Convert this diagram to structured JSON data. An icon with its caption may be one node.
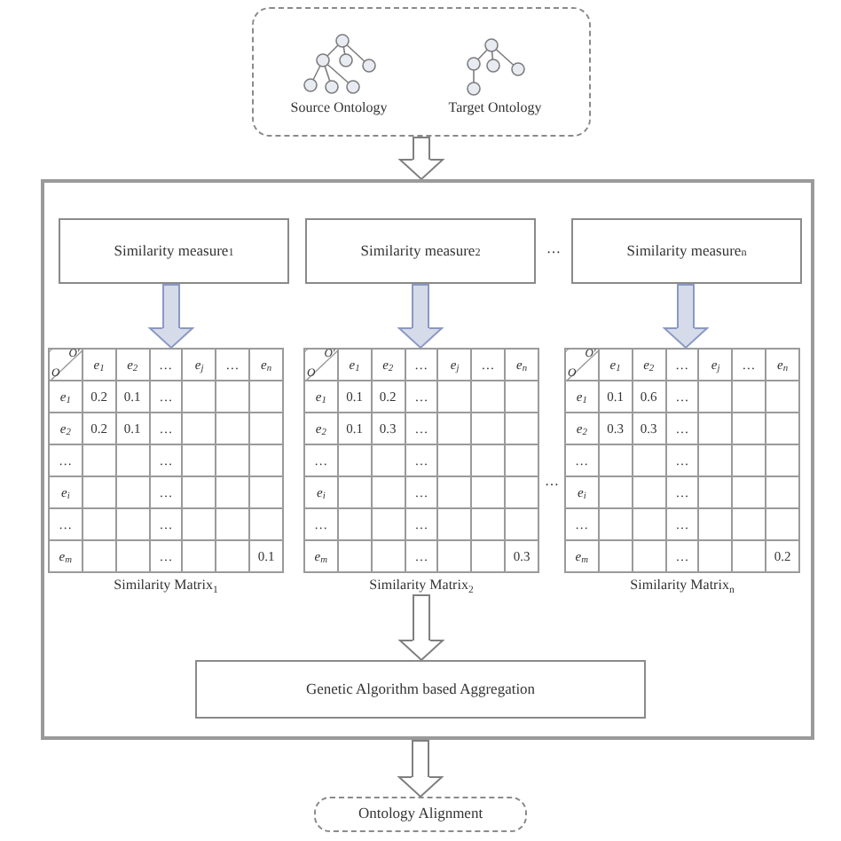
{
  "diagram": {
    "nodes": [
      {
        "text": [
          "Source Ontology",
          "Target Ontology"
        ]
      },
      {
        "text": [],
        "shape": "box"
      },
      {
        "text": [
          "Similarity measure$_{1}$"
        ],
        "in": 1
      },
      {
        "text": [
          "Similarity measure$_{2}$"
        ],
        "in": 1
      },
      {
        "text": [
          "Similarity measure$_{n}$"
        ],
        "in": 1
      },
      {
        "text": [
          "O′",
          "O",
          "e$_{1}$",
          "e$_{2}$",
          "…",
          "e$_{j}$",
          "…",
          "e$_{n}$",
          "e$_{1}$",
          "0.2",
          "0.1",
          "…",
          "e$_{2}$",
          "0.2",
          "0.1",
          "…",
          "…",
          "…",
          "e$_{i}$",
          "…",
          "…",
          "…",
          "e$_{m}$",
          "…",
          "0.1",
          "Similarity Matrix$_{1}$"
        ],
        "in": 1
      },
      {
        "text": [
          "O′",
          "O",
          "e$_{1}$",
          "e$_{2}$",
          "…",
          "e$_{j}$",
          "…",
          "e$_{n}$",
          "e$_{1}$",
          "0.1",
          "0.2",
          "…",
          "e$_{2}$",
          "0.1",
          "0.3",
          "…",
          "…",
          "…",
          "e$_{i}$",
          "…",
          "…",
          "…",
          "e$_{m}$",
          "…",
          "0.3",
          "Similarity Matrix$_{2}$"
        ],
        "in": 1
      },
      {
        "text": [
          "O′",
          "O",
          "e$_{1}$",
          "e$_{2}$",
          "…",
          "e$_{j}$",
          "…",
          "e$_{n}$",
          "e$_{1}$",
          "0.1",
          "0.6",
          "…",
          "e$_{2}$",
          "0.3",
          "0.3",
          "…",
          "…",
          "…",
          "e$_{i}$",
          "…",
          "…",
          "…",
          "e$_{m}$",
          "…",
          "0.2",
          "Similarity Matrix$_{n}$"
        ],
        "in": 1
      },
      {
        "text": [
          "Genetic Algorithm based Aggregation"
        ],
        "in": 1
      },
      {
        "text": [
          "Ontology Alignment"
        ]
      }
    ],
    "edges": [
      {
        "from": 0,
        "to": 1,
        "arrow": "to"
      },
      {
        "from": 2,
        "to": 5,
        "arrow": "to",
        "color": "#8a99c4"
      },
      {
        "from": 3,
        "to": 6,
        "arrow": "to",
        "color": "#8a99c4"
      },
      {
        "from": 4,
        "to": 7,
        "arrow": "to",
        "color": "#8a99c4"
      },
      {
        "from": 6,
        "to": 8,
        "arrow": "to"
      },
      {
        "from": 1,
        "to": 9,
        "arrow": "to"
      }
    ],
    "labels": [
      "…",
      "…"
    ]
  }
}
